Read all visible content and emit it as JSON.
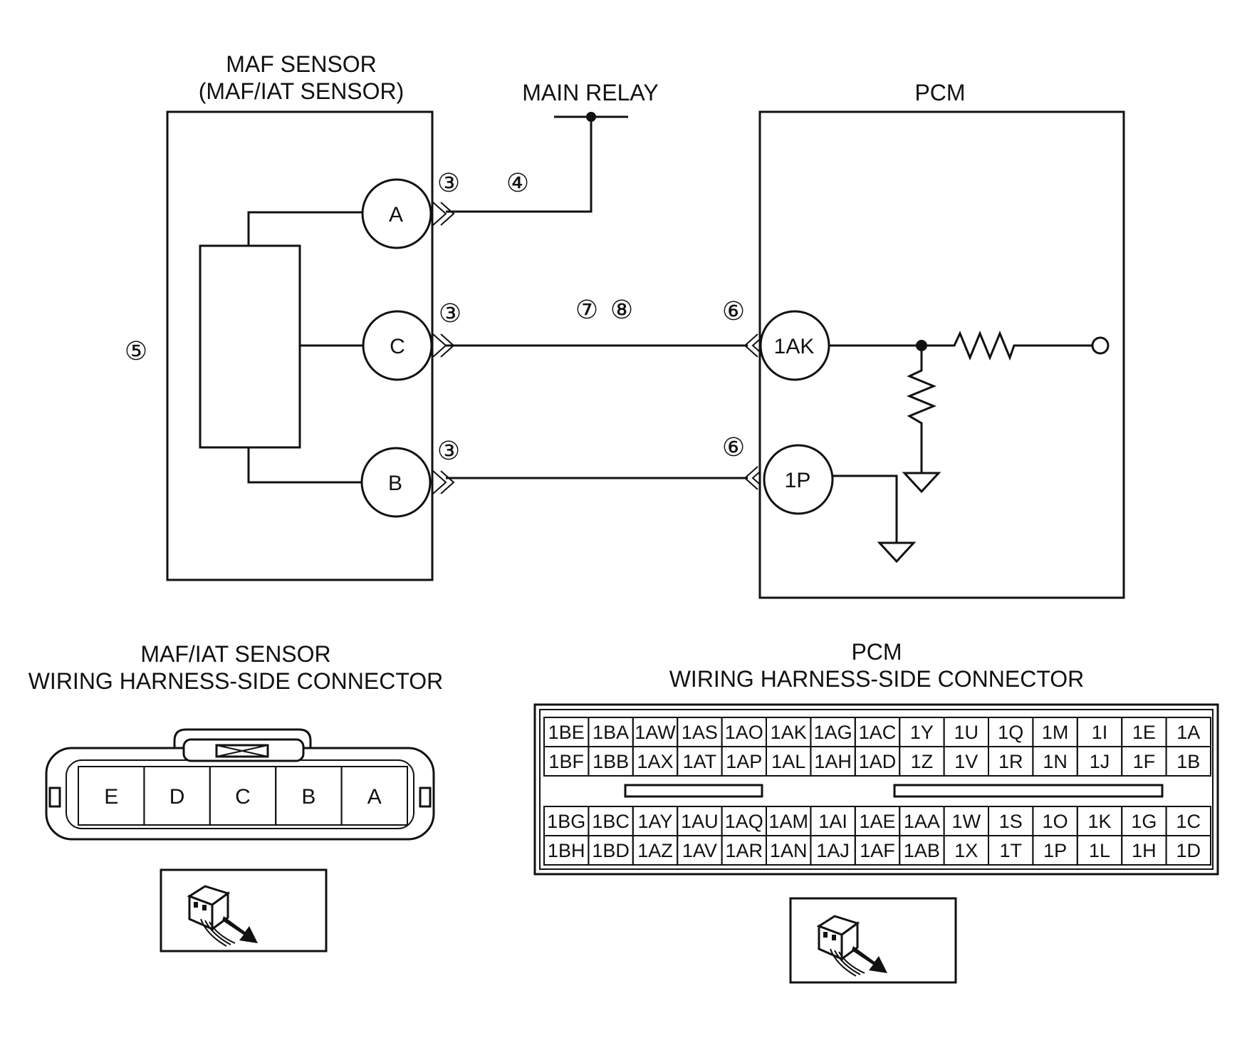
{
  "maf": {
    "title_line1": "MAF SENSOR",
    "title_line2": "(MAF/IAT SENSOR)",
    "pins": {
      "a": "A",
      "c": "C",
      "b": "B"
    }
  },
  "relay": {
    "title": "MAIN RELAY"
  },
  "pcm": {
    "title": "PCM",
    "pins": {
      "ak": "1AK",
      "p": "1P"
    }
  },
  "callouts": {
    "c3a": "③",
    "c4": "④",
    "c3c": "③",
    "c7": "⑦",
    "c8": "⑧",
    "c6a": "⑥",
    "c5": "⑤",
    "c3b": "③",
    "c6b": "⑥"
  },
  "maf_connector": {
    "title_line1": "MAF/IAT SENSOR",
    "title_line2": "WIRING HARNESS-SIDE CONNECTOR",
    "cells": [
      "E",
      "D",
      "C",
      "B",
      "A"
    ]
  },
  "pcm_connector": {
    "title_line1": "PCM",
    "title_line2": "WIRING HARNESS-SIDE CONNECTOR",
    "rows": [
      [
        "1BE",
        "1BA",
        "1AW",
        "1AS",
        "1AO",
        "1AK",
        "1AG",
        "1AC",
        "1Y",
        "1U",
        "1Q",
        "1M",
        "1I",
        "1E",
        "1A"
      ],
      [
        "1BF",
        "1BB",
        "1AX",
        "1AT",
        "1AP",
        "1AL",
        "1AH",
        "1AD",
        "1Z",
        "1V",
        "1R",
        "1N",
        "1J",
        "1F",
        "1B"
      ],
      [
        "1BG",
        "1BC",
        "1AY",
        "1AU",
        "1AQ",
        "1AM",
        "1AI",
        "1AE",
        "1AA",
        "1W",
        "1S",
        "1O",
        "1K",
        "1G",
        "1C"
      ],
      [
        "1BH",
        "1BD",
        "1AZ",
        "1AV",
        "1AR",
        "1AN",
        "1AJ",
        "1AF",
        "1AB",
        "1X",
        "1T",
        "1P",
        "1L",
        "1H",
        "1D"
      ]
    ]
  }
}
